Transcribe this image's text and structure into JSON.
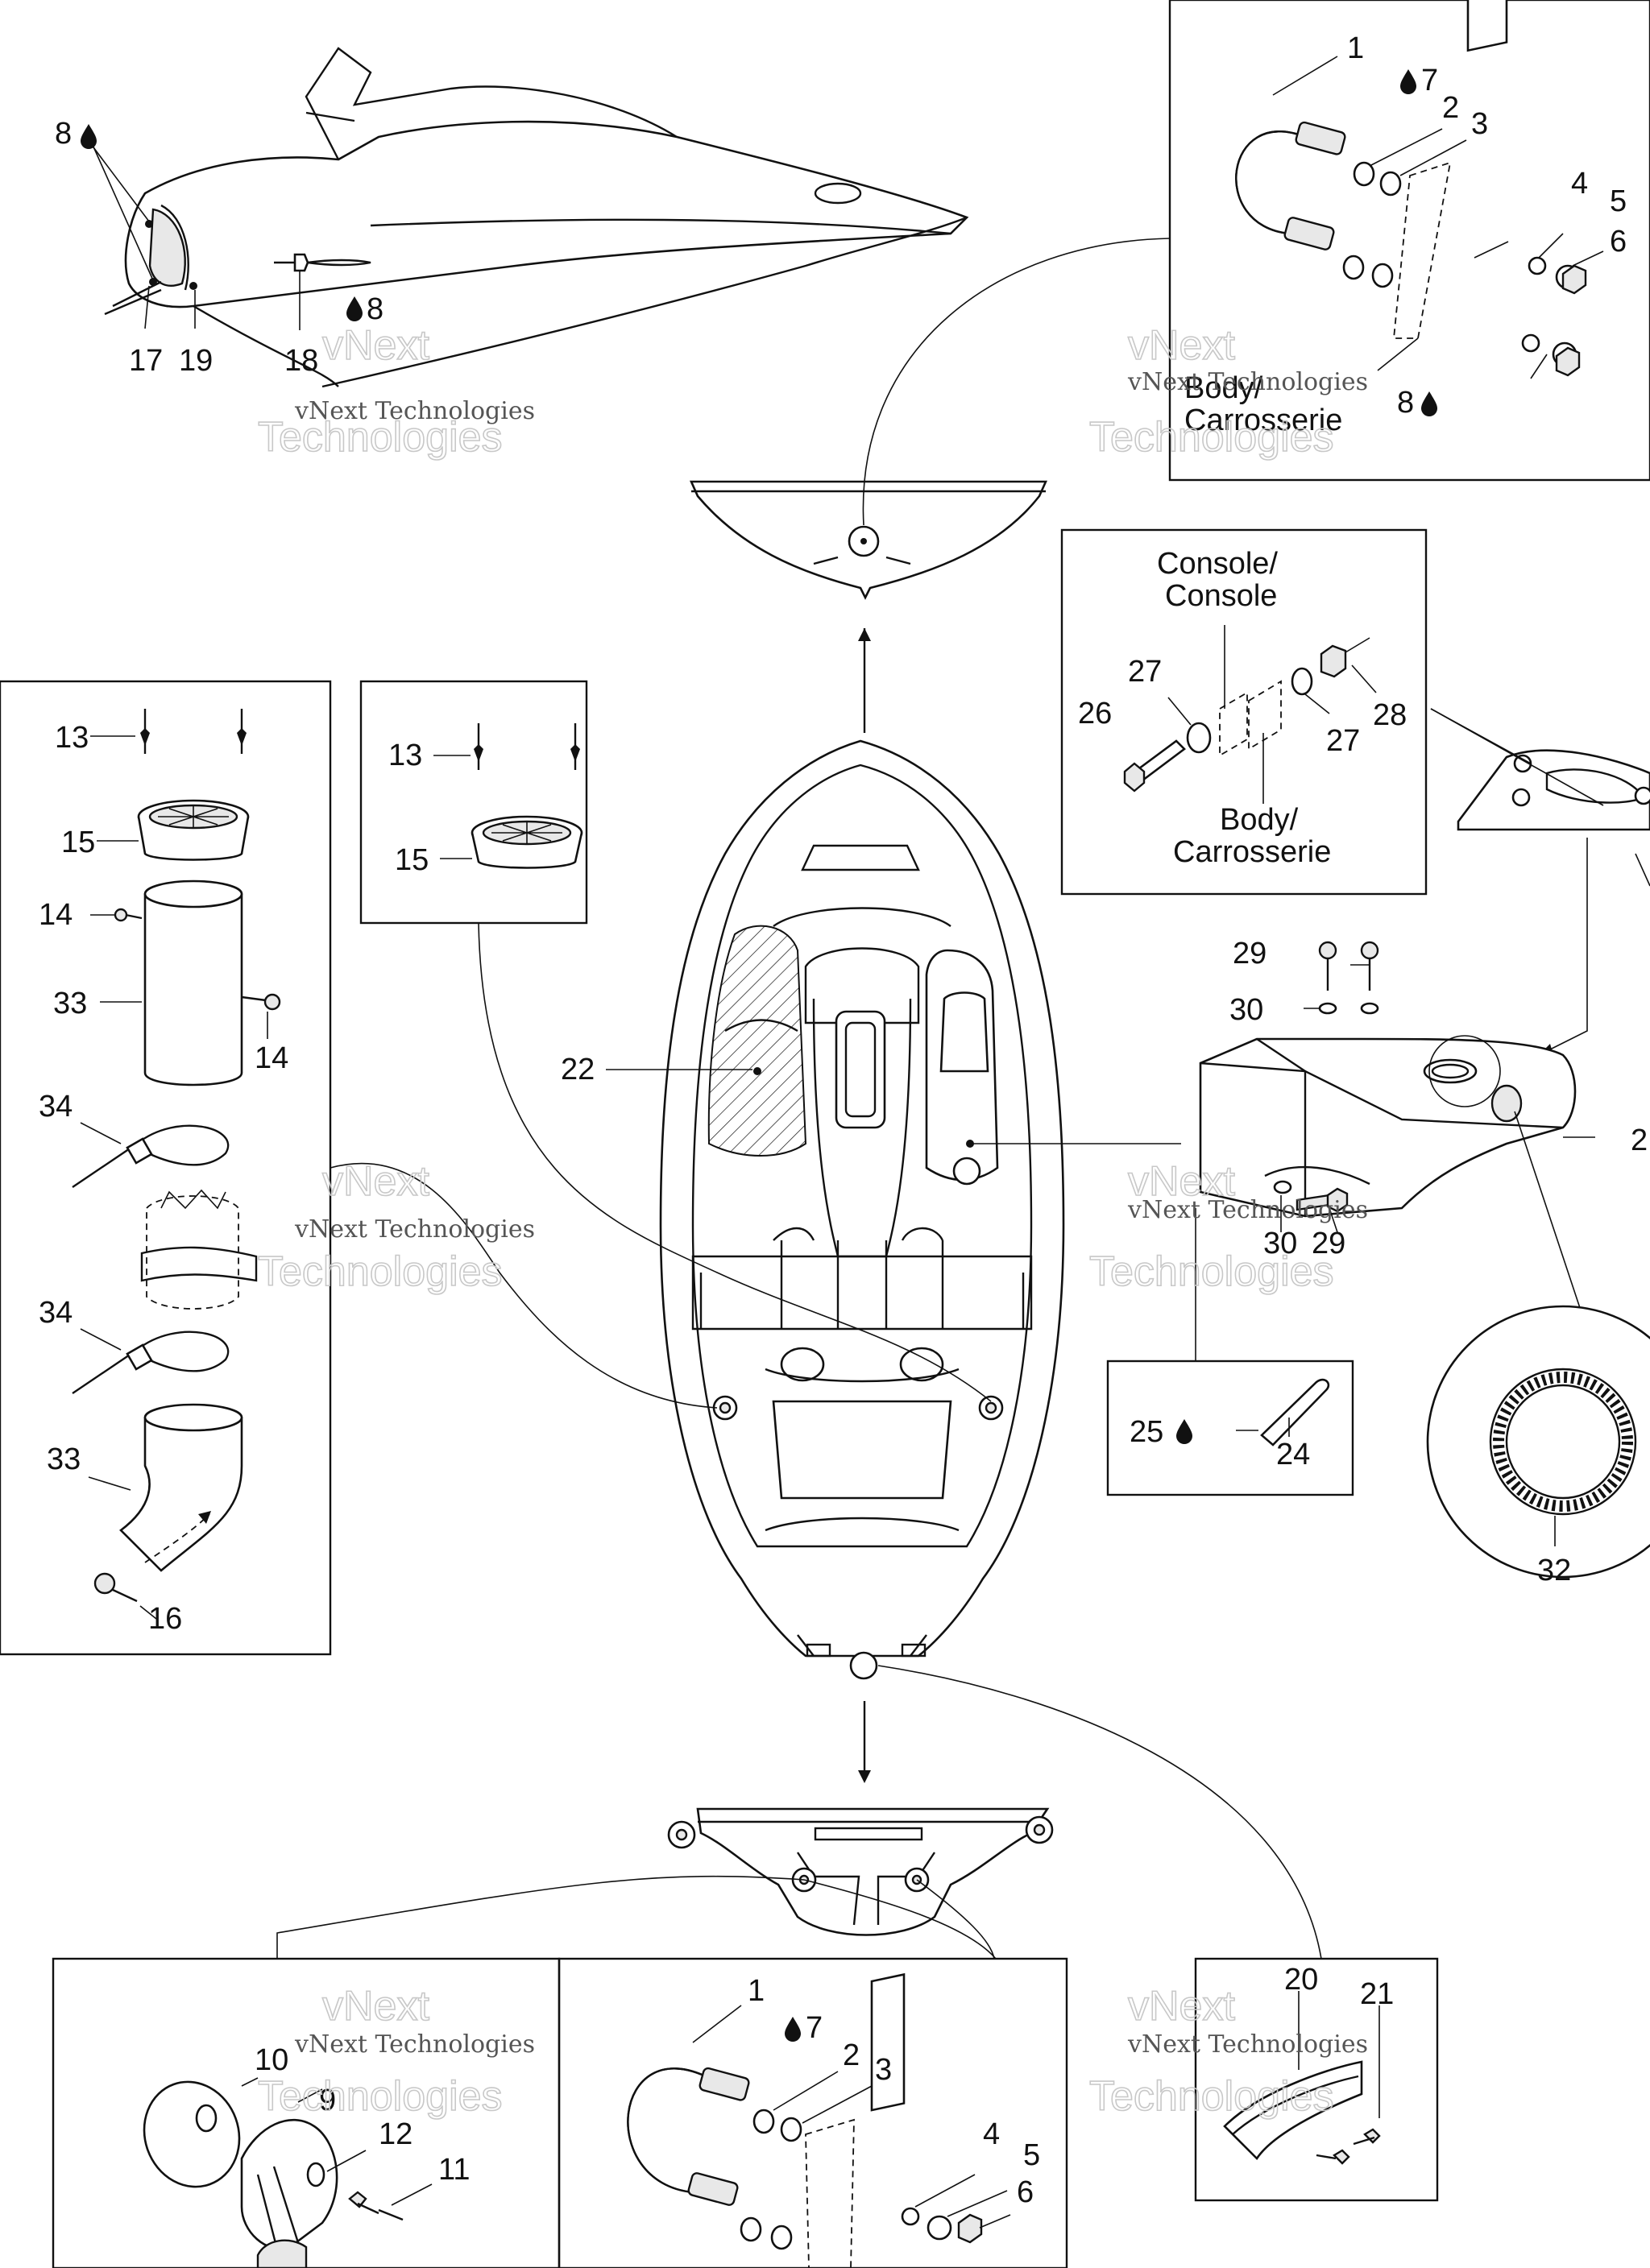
{
  "callouts": {
    "top_left": {
      "c8": "8",
      "c8b": "8",
      "c17": "17",
      "c19": "19",
      "c18": "18"
    },
    "top_right": {
      "c1": "1",
      "c7": "7",
      "c2": "2",
      "c3": "3",
      "c4": "4",
      "c5": "5",
      "c6": "6",
      "c8": "8"
    },
    "console": {
      "c27a": "27",
      "c26": "26",
      "c28": "28",
      "c27b": "27"
    },
    "left_panel": {
      "c13": "13",
      "c15": "15",
      "c14a": "14",
      "c33a": "33",
      "c14b": "14",
      "c34a": "34",
      "c34b": "34",
      "c33b": "33",
      "c16": "16"
    },
    "mid_panel": {
      "c13": "13",
      "c15": "15"
    },
    "center": {
      "c22": "22",
      "c29": "29",
      "c30": "30",
      "c2x": "2",
      "c30b": "30",
      "c29b": "29",
      "c25": "25",
      "c24": "24",
      "c32": "32"
    },
    "bottom_left": {
      "c10": "10",
      "c9": "9",
      "c12": "12",
      "c11": "11"
    },
    "bottom_mid": {
      "c1": "1",
      "c7": "7",
      "c2": "2",
      "c3": "3",
      "c4": "4",
      "c5": "5",
      "c6": "6"
    },
    "bottom_right": {
      "c20": "20",
      "c21": "21"
    }
  },
  "labels": {
    "body_top_1": "Body/",
    "body_top_2": "Carrosserie",
    "console_1": "Console/",
    "console_2": "Console",
    "body_mid_1": "Body/",
    "body_mid_2": "Carrosserie"
  },
  "watermark": {
    "line1": "vNext Technologies",
    "line2": "vNext",
    "line3": "Technologies"
  },
  "icons": {
    "drop": "oil-drop-icon"
  }
}
